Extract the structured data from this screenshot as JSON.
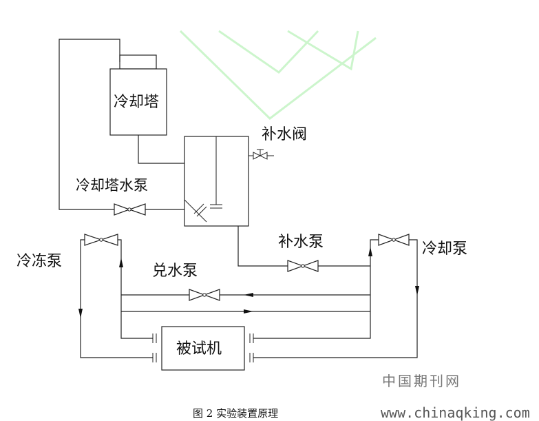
{
  "labels": {
    "cooling_tower": "冷却塔",
    "makeup_valve": "补水阀",
    "cooling_tower_pump": "冷却塔水泵",
    "makeup_pump": "补水泵",
    "chilled_pump": "冷冻泵",
    "mixing_pump": "兑水泵",
    "cooling_pump": "冷却泵",
    "unit_under_test": "被试机"
  },
  "caption": "图 2 实验装置原理",
  "watermark": {
    "site_name": "中国期刊网",
    "url": "www.chinaqking.com",
    "color": "#ccf5cc"
  }
}
